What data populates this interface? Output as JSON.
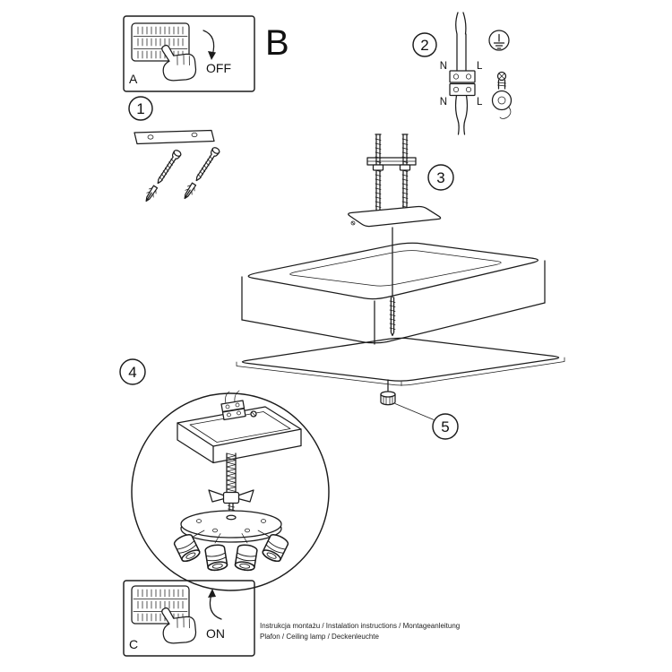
{
  "document": {
    "section_b_label": "B",
    "footer": {
      "line1": "Instrukcja montażu / Instalation instructions / Montageanleitung",
      "line2": "Plafon / Ceiling lamp / Deckenleuchte"
    }
  },
  "panels": {
    "a": {
      "label": "A",
      "switch_state": "OFF"
    },
    "c": {
      "label": "C",
      "switch_state": "ON"
    }
  },
  "steps": {
    "step1": {
      "number": "1"
    },
    "step2": {
      "number": "2",
      "wiring_labels": {
        "n_top": "N",
        "l_top": "L",
        "n_bottom": "N",
        "l_bottom": "L"
      }
    },
    "step3": {
      "number": "3"
    },
    "step4": {
      "number": "4"
    },
    "step5": {
      "number": "5"
    }
  },
  "icons": {
    "switch_pad": "push-button-light-switch",
    "pressing_hand": "hand-pressing-switch",
    "rotate_off_arrow": "curved-arrow-clockwise",
    "rotate_on_arrow": "curved-arrow-counterclockwise",
    "earth_symbol": "protective-earth-ground",
    "wall_anchor": "expansion-plug-and-screw",
    "threaded_rod": "threaded-mounting-rod"
  },
  "colors": {
    "line": "#1c1c1c",
    "background": "#ffffff"
  }
}
